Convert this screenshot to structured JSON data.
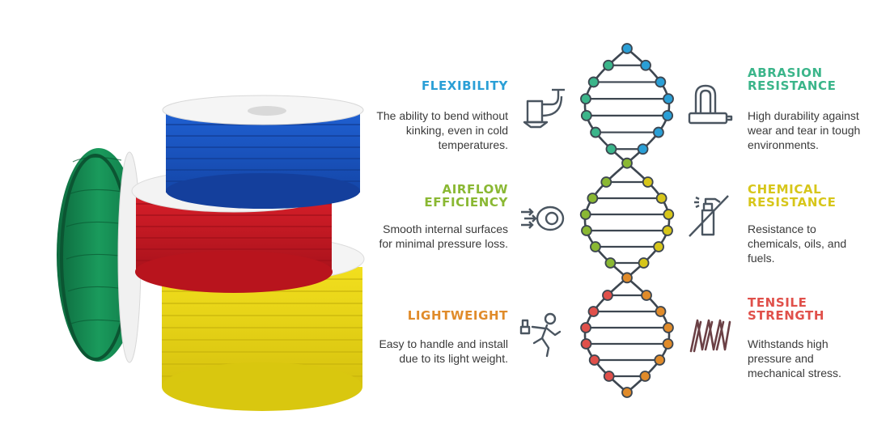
{
  "colors": {
    "blue": "#2a9fd6",
    "green": "#3bb58a",
    "lime": "#8ab833",
    "yellow": "#d7c61a",
    "orange": "#e08b2a",
    "red": "#e0504a",
    "icon_stroke": "#4a5560",
    "dna_stroke": "#3d4650"
  },
  "features": {
    "flexibility": {
      "title": "FLEXIBILITY",
      "desc": "The ability to bend without kinking, even in cold temperatures.",
      "icon": "bent-pipe-icon"
    },
    "abrasion": {
      "title": "ABRASION\nRESISTANCE",
      "desc": "High durability against wear and tear in tough environments.",
      "icon": "u-lock-icon"
    },
    "airflow": {
      "title": "AIRFLOW\nEFFICIENCY",
      "desc": "Smooth internal surfaces for minimal pressure loss.",
      "icon": "airflow-tube-icon"
    },
    "chemical": {
      "title": "CHEMICAL\nRESISTANCE",
      "desc": "Resistance to chemicals, oils, and fuels.",
      "icon": "no-spray-bottle-icon"
    },
    "lightweight": {
      "title": "LIGHTWEIGHT",
      "desc": "Easy to handle and install due to its light weight.",
      "icon": "person-lifting-icon"
    },
    "tensile": {
      "title": "TENSILE\nSTRENGTH",
      "desc": "Withstands high pressure and mechanical stress.",
      "icon": "spring-coil-icon"
    }
  }
}
